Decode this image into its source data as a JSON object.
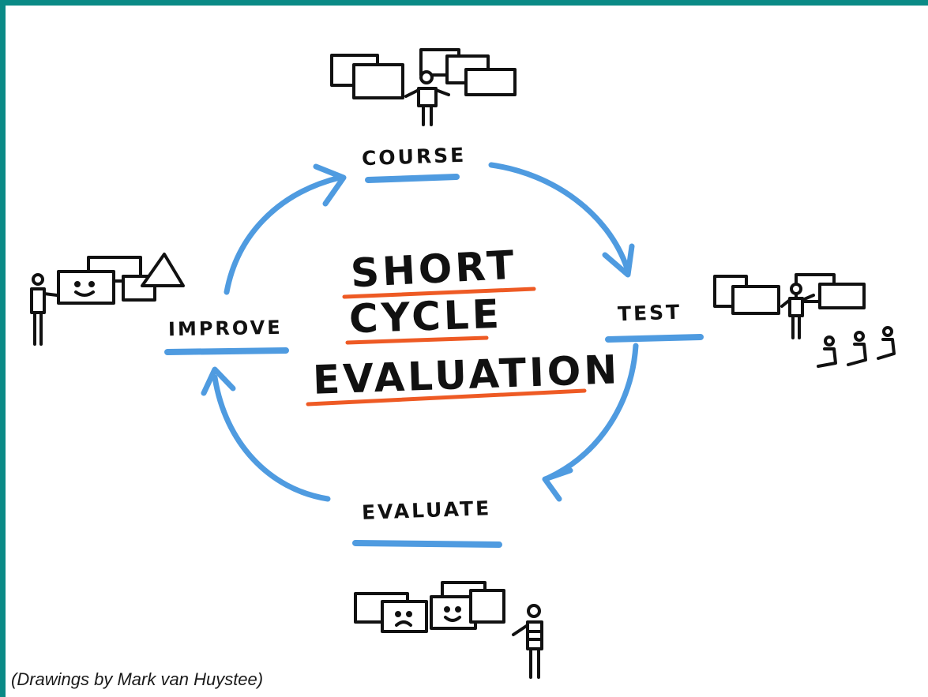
{
  "colors": {
    "frame": "#0a8a86",
    "arrow": "#4f9be0",
    "underline_step": "#4f9be0",
    "underline_title": "#ee5a24",
    "ink": "#111111"
  },
  "cycle": {
    "steps": [
      {
        "id": "course",
        "label": "COURSE"
      },
      {
        "id": "test",
        "label": "TEST"
      },
      {
        "id": "evaluate",
        "label": "EVALUATE"
      },
      {
        "id": "improve",
        "label": "IMPROVE"
      }
    ],
    "direction": "clockwise"
  },
  "center_title": {
    "lines": [
      "SHORT",
      "CYCLE",
      "EVALUATION"
    ]
  },
  "illustrations": [
    {
      "step": "course",
      "icon": "presenter-with-slides-icon"
    },
    {
      "step": "test",
      "icon": "presenter-with-audience-icon"
    },
    {
      "step": "evaluate",
      "icon": "feedback-faces-icon"
    },
    {
      "step": "improve",
      "icon": "presenter-improving-slides-icon"
    }
  ],
  "credit": "(Drawings by Mark van Huystee)"
}
